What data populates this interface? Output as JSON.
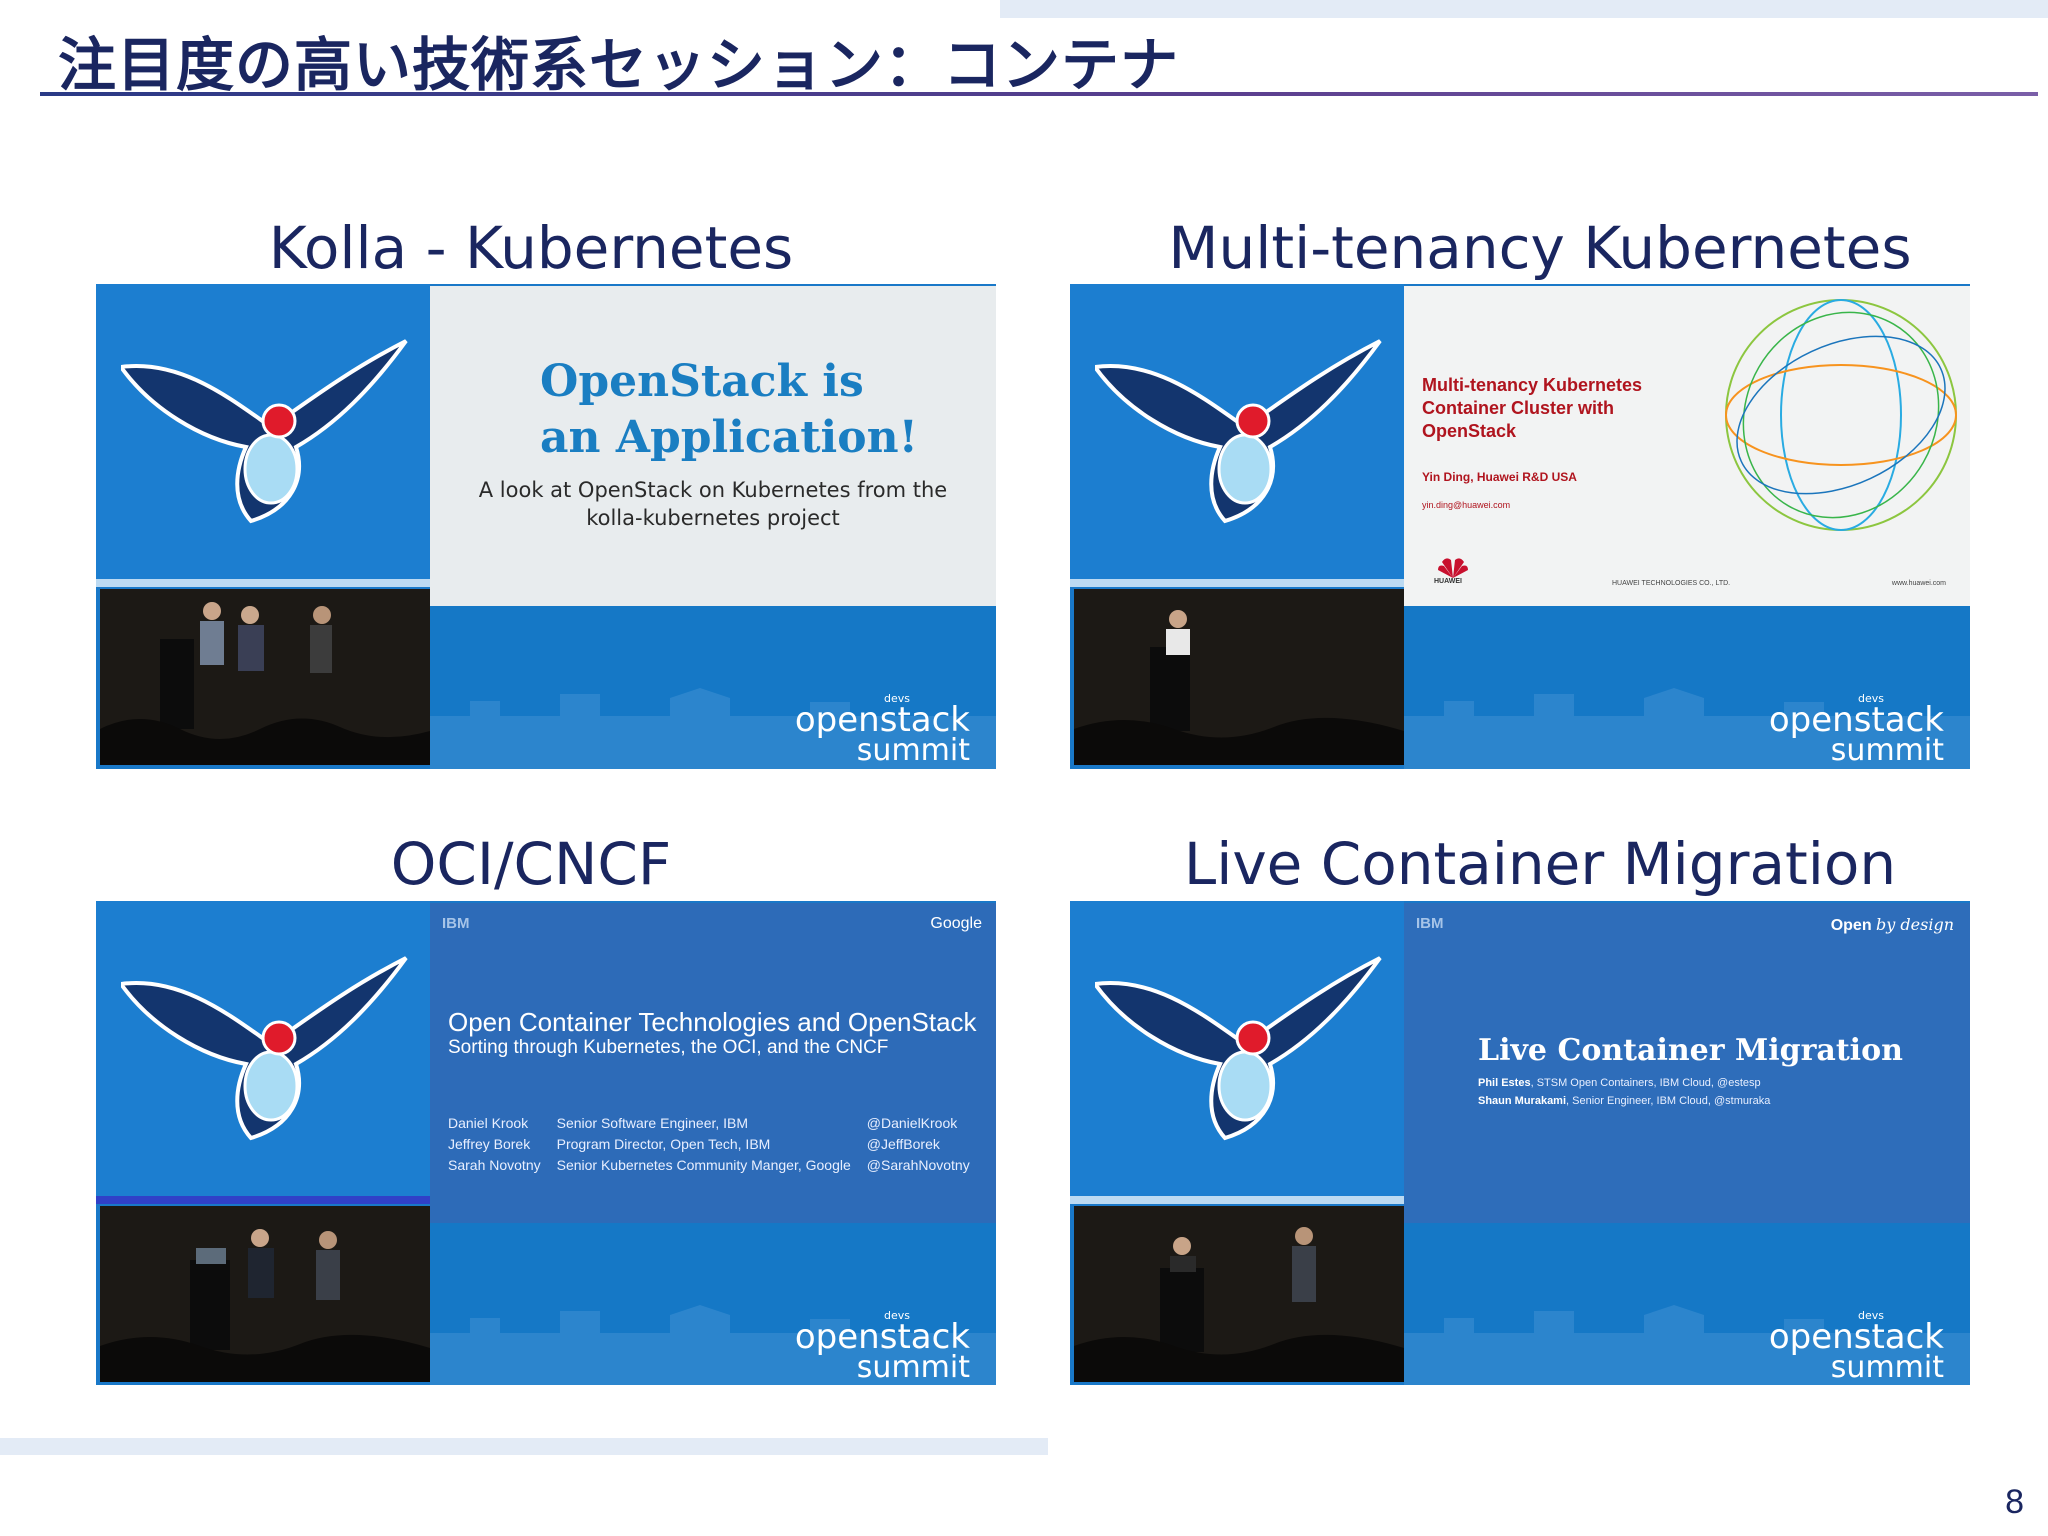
{
  "page": {
    "title": "注目度の高い技術系セッション：コンテナ",
    "page_number": "8"
  },
  "panels": [
    {
      "heading": "Kolla - Kubernetes",
      "slide": {
        "title_line1": "OpenStack is",
        "title_line2": "an Application!",
        "subtitle_line1": "A look at OpenStack on Kubernetes from the",
        "subtitle_line2": "kolla-kubernetes project"
      }
    },
    {
      "heading": "Multi-tenancy Kubernetes",
      "slide": {
        "title_line1": "Multi-tenancy Kubernetes",
        "title_line2": "Container Cluster with",
        "title_line3": "OpenStack",
        "author": "Yin Ding, Huawei R&D USA",
        "email": "yin.ding@huawei.com",
        "company_logo_text": "HUAWEI",
        "company": "HUAWEI TECHNOLOGIES CO., LTD.",
        "website": "www.huawei.com"
      }
    },
    {
      "heading": "OCI/CNCF",
      "slide": {
        "logo_left": "IBM",
        "logo_right": "Google",
        "title": "Open Container Technologies and OpenStack",
        "subtitle": "Sorting through Kubernetes, the OCI, and the CNCF",
        "speakers": [
          {
            "name": "Daniel Krook",
            "role": "Senior Software Engineer, IBM",
            "handle": "@DanielKrook"
          },
          {
            "name": "Jeffrey Borek",
            "role": "Program Director, Open Tech, IBM",
            "handle": "@JeffBorek"
          },
          {
            "name": "Sarah Novotny",
            "role": "Senior Kubernetes Community Manger, Google",
            "handle": "@SarahNovotny"
          }
        ]
      }
    },
    {
      "heading": "Live Container Migration",
      "slide": {
        "logo_left": "IBM",
        "tagline_open": "Open",
        "tagline_rest": "by design",
        "title": "Live Container Migration",
        "speaker1_name": "Phil Estes",
        "speaker1_detail": ", STSM Open Containers, IBM Cloud, @estesp",
        "speaker2_name": "Shaun Murakami",
        "speaker2_detail": ", Senior Engineer, IBM Cloud, @stmuraka"
      }
    }
  ],
  "summit_brand": {
    "small": "devs",
    "line1": "openstack",
    "line2": "summit"
  },
  "colors": {
    "title": "#1a2660",
    "thumb_blue": "#1978c8",
    "huawei_red": "#b0141e"
  }
}
